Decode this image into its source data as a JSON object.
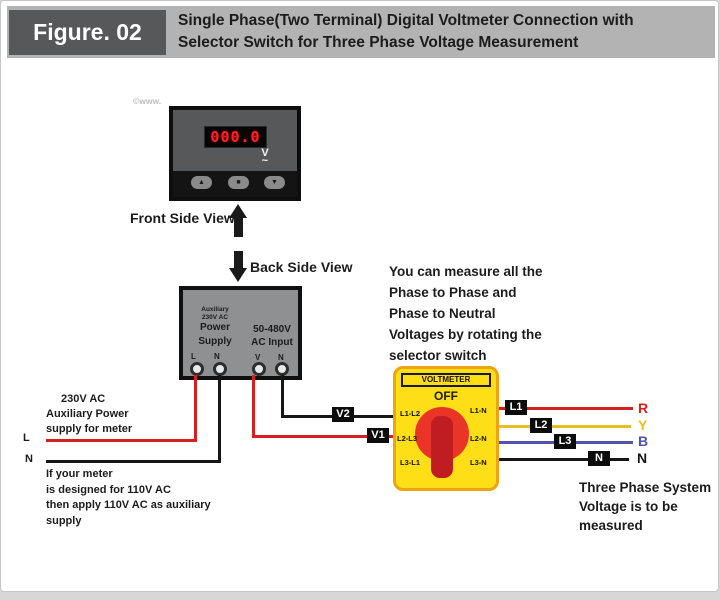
{
  "header": {
    "figure_label": "Figure. 02",
    "title_line1": "Single Phase(Two Terminal) Digital Voltmeter Connection with",
    "title_line2": "Selector Switch for Three Phase Voltage Measurement"
  },
  "watermark": "©www.",
  "front_meter": {
    "display_value": "000.0",
    "unit_symbol": "V",
    "ac_symbol": "~",
    "buttons": [
      "▲",
      "■",
      "▼"
    ],
    "caption": "Front Side View"
  },
  "back_meter": {
    "caption": "Back Side View",
    "aux_label": [
      "Auxiliary",
      "230V AC",
      "Power",
      "Supply"
    ],
    "input_label": [
      "50-480V",
      "AC Input"
    ],
    "terminals": [
      "L",
      "N",
      "V",
      "N"
    ]
  },
  "notes": {
    "aux_note": [
      "230V AC",
      "Auxiliary Power",
      "supply for meter"
    ],
    "note_110v": [
      "If your meter",
      "is designed for 110V AC",
      "then apply 110V AC as auxiliary",
      "supply"
    ],
    "measure_note": [
      "You can measure all the",
      "Phase to Phase and",
      "Phase to Neutral",
      "Voltages by rotating the",
      "selector switch"
    ],
    "three_phase_note": [
      "Three Phase System",
      "Voltage is to be",
      "measured"
    ]
  },
  "selector": {
    "title": "VOLTMETER",
    "off_label": "OFF",
    "left_positions": [
      "L1-L2",
      "L2-L3",
      "L3-L1"
    ],
    "right_positions": [
      "L1-N",
      "L2-N",
      "L3-N"
    ]
  },
  "wires": {
    "supply_l": "L",
    "supply_n": "N",
    "v1_label": "V1",
    "v2_label": "V2",
    "phase_tags": [
      "L1",
      "L2",
      "L3",
      "N"
    ],
    "phase_letters": [
      "R",
      "Y",
      "B",
      "N"
    ],
    "colors": {
      "red": "#d81f1f",
      "yellow": "#e6c022",
      "blue": "#4f52ae",
      "black": "#161616"
    }
  }
}
